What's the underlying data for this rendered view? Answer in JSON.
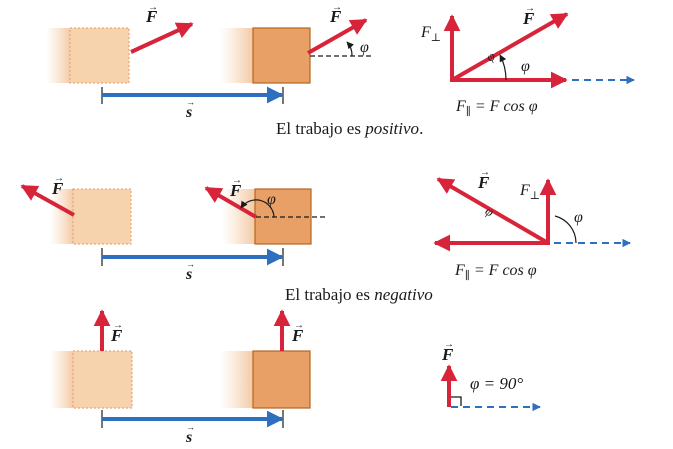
{
  "captions": {
    "row1_prefix": "El trabajo es ",
    "row1_emph": "positivo",
    "row1_suffix": ".",
    "row2_prefix": "El trabajo es ",
    "row2_emph": "negativo"
  },
  "symbols": {
    "force": "F",
    "displacement": "s",
    "angle": "φ",
    "perp_base": "F",
    "perp_sub": "⊥",
    "par_base": "F",
    "par_sub": "∥",
    "eq_rhs": " = F cos φ",
    "right_angle_eq": "φ = 90°"
  },
  "colors": {
    "force": "#d8243a",
    "displacement": "#2f6fc0",
    "box_solid": "#e8a067",
    "box_border": "#b5661e",
    "box_faded": "#f6d2ad",
    "box_faded_border": "#e6a878"
  }
}
